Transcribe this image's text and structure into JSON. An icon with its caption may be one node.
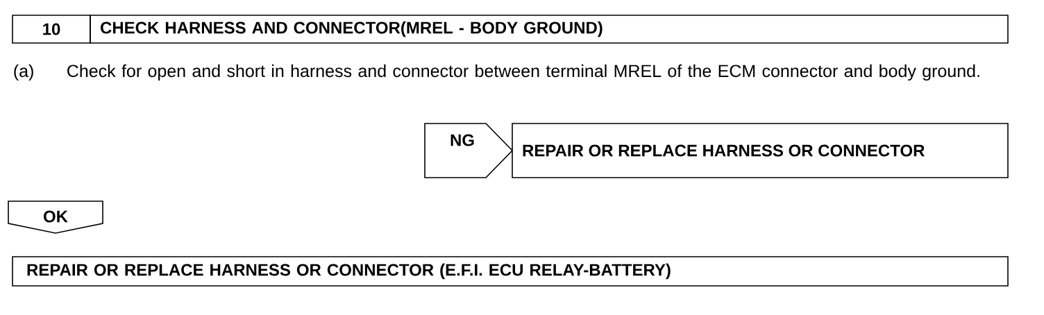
{
  "diagram": {
    "nodes": [
      {
        "text": [
          "10"
        ]
      },
      {
        "text": [
          "CHECK HARNESS AND CONNECTOR(MREL - BODY GROUND)"
        ]
      },
      {
        "text": [
          "NG"
        ]
      },
      {
        "text": [
          "REPAIR OR REPLACE HARNESS OR CONNECTOR"
        ]
      },
      {
        "text": [
          "OK"
        ]
      },
      {
        "text": [
          "REPAIR OR REPLACE HARNESS OR CONNECTOR (E.F.I. ECU RELAY-BATTERY)"
        ]
      }
    ],
    "edges": [],
    "labels": [
      "(a)",
      "Check for open and short in harness and connector between terminal MREL of the ECM connector and body ground."
    ]
  }
}
